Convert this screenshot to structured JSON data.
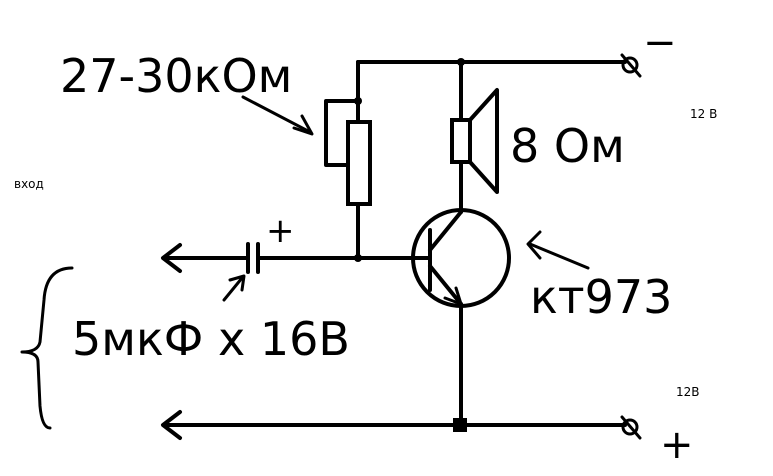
{
  "labels": {
    "resistor_value": "27-30кОм",
    "speaker_value": "8 Ом",
    "transistor": "кт973",
    "capacitor_value": "5мкФ х 16В",
    "input": "вход",
    "supply_top": "12 В",
    "supply_bottom": "12В",
    "minus": "−",
    "plus_supply": "+",
    "cap_plus": "+"
  },
  "colors": {
    "ink": "#000000",
    "background": "#ffffff"
  }
}
